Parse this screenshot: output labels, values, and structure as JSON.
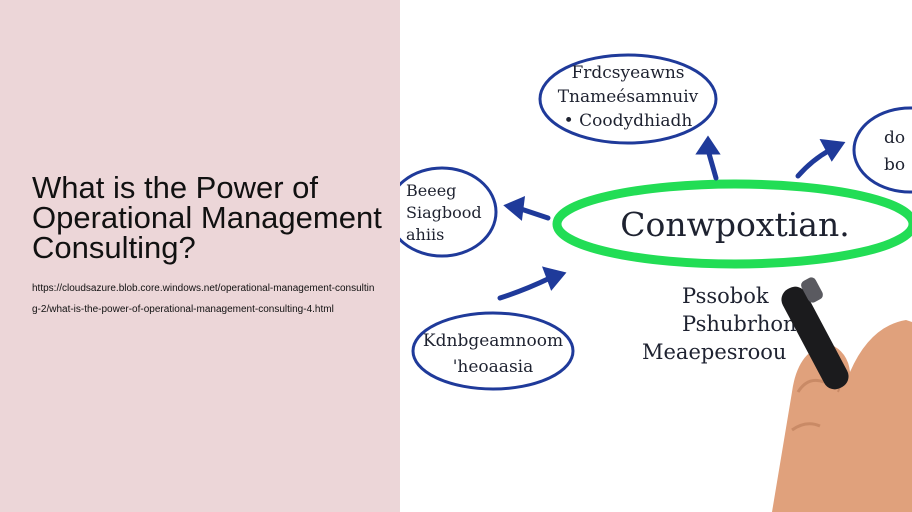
{
  "page": {
    "title": "What is the Power of\nOperational Management\nConsulting?",
    "url": "https://cloudsazure.blob.core.windows.net/operational-management-consulting-2/what-is-the-power-of-operational-management-consulting-4.html"
  },
  "illustration": {
    "center_label": "Conwpoxtian.",
    "top_bubble": [
      "Frdcsyeawns",
      "Tnameésamnuiv",
      "• Coodydhiadh"
    ],
    "left_bubble": [
      "Beeeg",
      "Siagbood",
      "ahiis"
    ],
    "bottom_bubble": [
      "Kdnbgeamnoom",
      "'heoaasia"
    ],
    "right_bubble": [
      "do",
      "bo"
    ],
    "right_text": [
      "Pssobok",
      "Pshubrhon",
      "Meaepesroou"
    ],
    "colors": {
      "panel_background": "#ecd6d8",
      "bubble_outline": "#1f3a9a",
      "center_outline": "#22dd55",
      "arrow": "#1f3a9a"
    }
  }
}
